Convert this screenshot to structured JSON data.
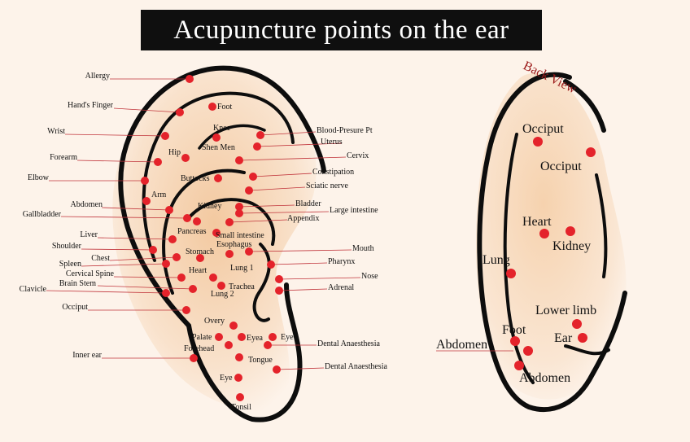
{
  "title": "Acupuncture points on the ear",
  "back_view_label": "Back View",
  "colors": {
    "point": "#e4232b",
    "leader": "#c0333a",
    "background": "#fdf3ea",
    "skin": "#f6d7b8",
    "title_bg": "#0f0f0f"
  },
  "front_left_labels": [
    "Allergy",
    "Hand's Finger",
    "Wrist",
    "Forearm",
    "Elbow",
    "Abdomen",
    "Gallbladder",
    "Liver",
    "Shoulder",
    "Chest",
    "Spleen",
    "Cervical Spine",
    "Brain Stem",
    "Clavicle",
    "Occiput",
    "Inner ear"
  ],
  "front_right_labels": [
    "Blood-Presure Pt",
    "Uterus",
    "Cervix",
    "Constipation",
    "Sciatic nerve",
    "Bladder",
    "Large intestine",
    "Appendix",
    "Mouth",
    "Pharynx",
    "Nose",
    "Adrenal",
    "Dental Anaesthesia",
    "Dental Anaesthesia"
  ],
  "front_inner_labels": [
    "Foot",
    "Knee",
    "Shen Men",
    "Hip",
    "Buttocks",
    "Arm",
    "Kidney",
    "Pancreas",
    "Small intestine",
    "Esophagus",
    "Stomach",
    "Lung 1",
    "Heart",
    "Trachea",
    "Lung 2",
    "Overy",
    "Palate",
    "Eyea",
    "Eye 1",
    "Forehead",
    "Tongue",
    "Eye",
    "Tonsil"
  ],
  "back_labels": [
    "Occiput",
    "Occiput",
    "Heart",
    "Kidney",
    "Lung",
    "Lower limb",
    "Foot",
    "Ear",
    "Abdomen",
    "Abdomen"
  ]
}
